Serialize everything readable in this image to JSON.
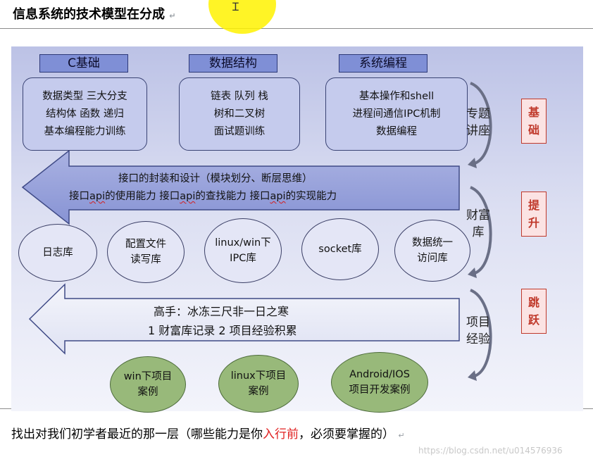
{
  "title": "信息系统的技术模型在分成",
  "para_mark": "↵",
  "columns": [
    {
      "header": "C基础",
      "lines": [
        "数据类型 三大分支",
        "结构体 函数 递归",
        "基本编程能力训练"
      ]
    },
    {
      "header": "数据结构",
      "lines": [
        "链表 队列 栈",
        "树和二叉树",
        "面试题训练"
      ]
    },
    {
      "header": "系统编程",
      "lines": [
        "基本操作和shell",
        "进程间通信IPC机制",
        "数据编程"
      ]
    }
  ],
  "arrow1": {
    "line1": "接口的封装和设计（模块划分、断层思维）",
    "line2_parts": [
      "接口",
      "api",
      "的使用能力 接口",
      "api",
      "的查找能力 接口",
      "api",
      "的实现能力"
    ]
  },
  "libraries": [
    {
      "lines": [
        "日志库"
      ]
    },
    {
      "lines": [
        "配置文件",
        "读写库"
      ]
    },
    {
      "lines": [
        "linux/win下",
        "IPC库"
      ]
    },
    {
      "lines": [
        "socket库"
      ]
    },
    {
      "lines": [
        "数据统一",
        "访问库"
      ]
    }
  ],
  "arrow2": {
    "line1": "高手：冰冻三尺非一日之寒",
    "line2": "1 财富库记录 2 项目经验积累"
  },
  "projects": [
    {
      "lines": [
        "win下项目",
        "案例"
      ]
    },
    {
      "lines": [
        "linux下项目",
        "案例"
      ]
    },
    {
      "lines": [
        "Android/IOS",
        "项目开发案例"
      ]
    }
  ],
  "side_labels": [
    {
      "lines": [
        "专题",
        "讲座"
      ]
    },
    {
      "lines": [
        "财富",
        "库"
      ]
    },
    {
      "lines": [
        "项目",
        "经验"
      ]
    }
  ],
  "badges": [
    {
      "lines": [
        "基",
        "础"
      ]
    },
    {
      "lines": [
        "提",
        "升"
      ]
    },
    {
      "lines": [
        "跳",
        "跃"
      ]
    }
  ],
  "caption": {
    "before": "找出对我们初学者最近的那一层（哪些能力是你",
    "highlight": "入行前",
    "after": "，必须要掌握的）"
  },
  "watermark": "https://blog.csdn.net/u014576936",
  "colors": {
    "header_fill": "#7f8fd6",
    "box_fill": "#c5cbed",
    "project_fill": "#98b97a",
    "badge": "#c0392b",
    "caption_highlight": "#e02020"
  }
}
